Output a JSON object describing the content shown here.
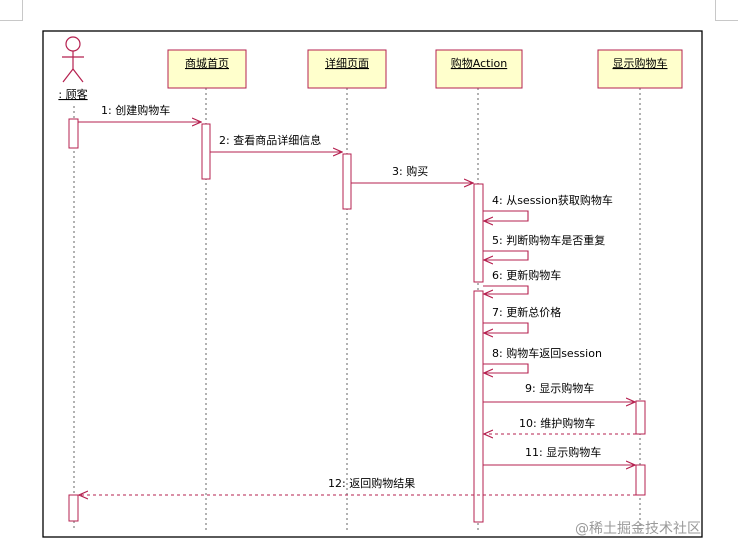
{
  "diagram": {
    "participants": [
      {
        "id": "customer",
        "label": ": 顾客",
        "kind": "actor"
      },
      {
        "id": "home",
        "label": "商城首页",
        "kind": "object"
      },
      {
        "id": "detail",
        "label": "详细页面",
        "kind": "object"
      },
      {
        "id": "action",
        "label": "购物Action",
        "kind": "object"
      },
      {
        "id": "cart",
        "label": "显示购物车",
        "kind": "object"
      }
    ],
    "messages": [
      {
        "n": 1,
        "label": "1: 创建购物车",
        "from": "customer",
        "to": "home",
        "type": "sync"
      },
      {
        "n": 2,
        "label": "2: 查看商品详细信息",
        "from": "home",
        "to": "detail",
        "type": "sync"
      },
      {
        "n": 3,
        "label": "3: 购买",
        "from": "detail",
        "to": "action",
        "type": "sync"
      },
      {
        "n": 4,
        "label": "4: 从session获取购物车",
        "from": "action",
        "to": "action",
        "type": "self"
      },
      {
        "n": 5,
        "label": "5: 判断购物车是否重复",
        "from": "action",
        "to": "action",
        "type": "self"
      },
      {
        "n": 6,
        "label": "6: 更新购物车",
        "from": "action",
        "to": "action",
        "type": "self"
      },
      {
        "n": 7,
        "label": "7: 更新总价格",
        "from": "action",
        "to": "action",
        "type": "self"
      },
      {
        "n": 8,
        "label": "8: 购物车返回session",
        "from": "action",
        "to": "action",
        "type": "self"
      },
      {
        "n": 9,
        "label": "9: 显示购物车",
        "from": "action",
        "to": "cart",
        "type": "sync"
      },
      {
        "n": 10,
        "label": "10: 维护购物车",
        "from": "cart",
        "to": "action",
        "type": "return"
      },
      {
        "n": 11,
        "label": "11: 显示购物车",
        "from": "action",
        "to": "cart",
        "type": "sync"
      },
      {
        "n": 12,
        "label": "12: 返回购物结果",
        "from": "cart",
        "to": "customer",
        "type": "return"
      }
    ]
  },
  "watermark": "@稀土掘金技术社区",
  "colors": {
    "line": "#b5204f",
    "box_fill": "#ffffcc",
    "box_stroke": "#b5204f",
    "activation_fill": "#ffffff",
    "frame": "#000000",
    "text": "#000000"
  }
}
